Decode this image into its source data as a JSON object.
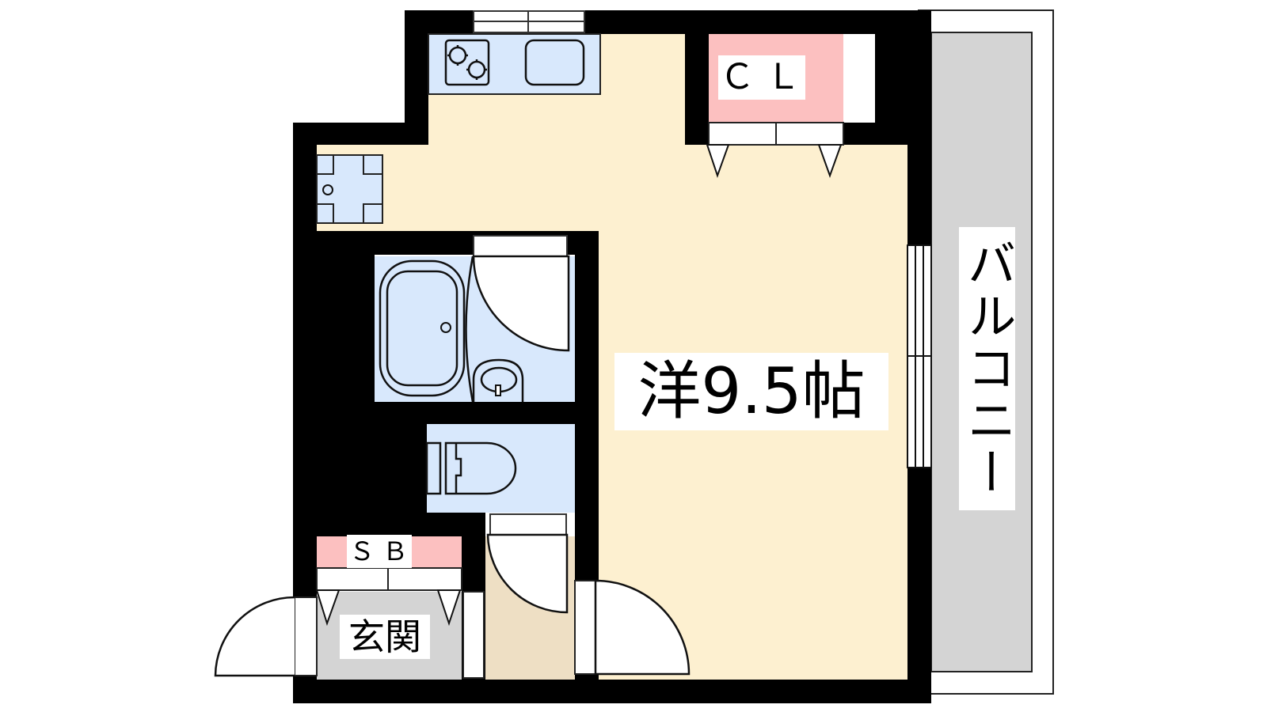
{
  "floor_plan": {
    "type": "apartment-floor-plan",
    "layout": "1R",
    "rooms": {
      "main_room": {
        "label": "洋9.5帖",
        "kind": "western-style room",
        "size_jo": 9.5,
        "color": "#fdf0d0"
      },
      "closet": {
        "label": "ＣＬ",
        "kind": "closet",
        "color": "#fcc0c0"
      },
      "shoe_box": {
        "label": "ＳＢ",
        "kind": "shoe box",
        "color": "#fcc0c0"
      },
      "entrance": {
        "label": "玄関",
        "kind": "entrance",
        "color": "#d4d4d4"
      },
      "balcony": {
        "label": "バルコニー",
        "kind": "balcony",
        "color": "#d4d4d4"
      },
      "kitchen": {
        "kind": "kitchen counter with 2-burner stove and sink",
        "color": "#d8e8fc"
      },
      "bathroom": {
        "kind": "unit bath with tub and washbasin",
        "color": "#d8e8fc"
      },
      "toilet": {
        "kind": "toilet",
        "color": "#d8e8fc"
      },
      "washer_space": {
        "kind": "washing machine space",
        "color": "#d8e8fc"
      },
      "hallway": {
        "kind": "hallway",
        "color": "#eedfc4"
      }
    },
    "colors": {
      "wall": "#000000",
      "floor": "#fdf0d0",
      "wet_area": "#d8e8fc",
      "storage": "#fcc0c0",
      "gray_area": "#d4d4d4",
      "hallway": "#eedfc4",
      "fixture_fill": "#ffffff",
      "line": "#222222"
    }
  }
}
